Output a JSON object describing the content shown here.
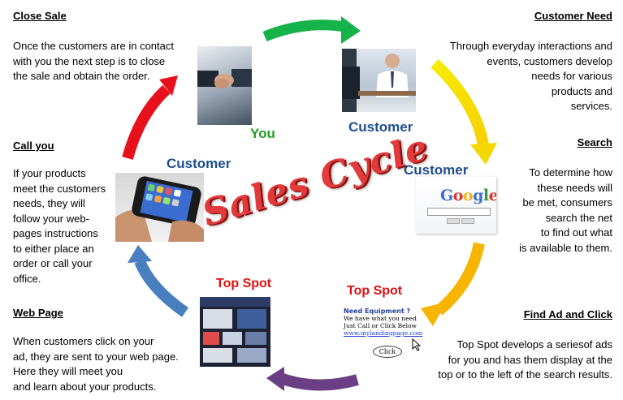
{
  "title": "Sales Cycle",
  "steps": {
    "close_sale": {
      "heading": "Close Sale",
      "lines": [
        "Once the customers are in contact",
        "with you the next step is to close",
        "the sale and obtain the order."
      ]
    },
    "customer_need": {
      "heading": "Customer Need",
      "lines": [
        "Through everyday interactions and",
        "events, customers develop",
        "needs for various",
        "products and",
        "services."
      ]
    },
    "search": {
      "heading": "Search",
      "lines": [
        "To determine how",
        "these needs will",
        "be met, consumers",
        "search the net",
        "to find out what",
        "is available  to them."
      ]
    },
    "find_ad": {
      "heading": "Find Ad and Click",
      "lines": [
        "Top Spot develops a seriesof ads",
        "for you and has them display at  the",
        "top or to the left of the search results."
      ]
    },
    "web_page": {
      "heading": "Web Page",
      "lines": [
        "When customers click on your",
        "ad, they are sent to your web page.",
        "Here they will meet you",
        "and learn about your products."
      ]
    },
    "call_you": {
      "heading": "Call you",
      "lines": [
        "If your products",
        "meet the customers",
        "needs, they will",
        "follow your web-",
        "pages instructions",
        "to either place an",
        "order or call  your",
        "office."
      ]
    }
  },
  "labels": {
    "you": "You",
    "customer_top": "Customer",
    "customer_right": "Customer",
    "customer_left": "Customer",
    "topspot_right": "Top Spot",
    "topspot_left": "Top Spot"
  },
  "ad": {
    "title": "Need Equipment ?",
    "line1": "We have what you need",
    "line2": "Just Call or Click Below",
    "url": "www.mylandingpage.com",
    "button": "Click"
  },
  "google_logo": "Google",
  "colors": {
    "arrow_top": "#16b24a",
    "arrow_top_right": "#f5ec00",
    "arrow_bottom_right": "#f7b500",
    "arrow_bottom": "#6b3f86",
    "arrow_left": "#4a7fbf",
    "arrow_top_left": "#e8101a",
    "title": "#e23a3a"
  }
}
